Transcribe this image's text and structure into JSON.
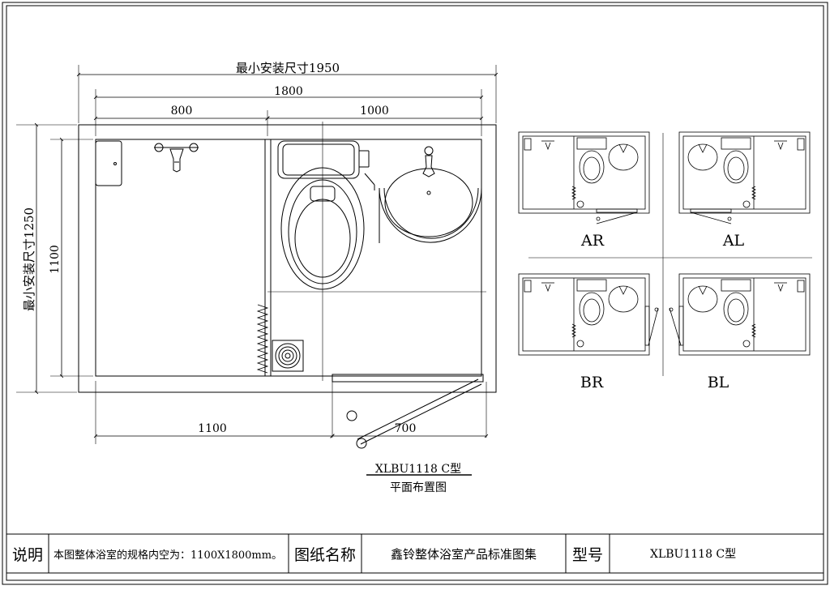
{
  "plan": {
    "dim_min_width": "最小安装尺寸1950",
    "dim_total_width": "1800",
    "dim_left_width": "800",
    "dim_right_width": "1000",
    "dim_min_depth": "最小安装尺寸1250",
    "dim_depth": "1100",
    "dim_bottom_left": "1100",
    "dim_door": "700",
    "model_code": "XLBU1118 C型",
    "plan_title": "平面布置图"
  },
  "variants": [
    {
      "label": "AR"
    },
    {
      "label": "AL"
    },
    {
      "label": "BR"
    },
    {
      "label": "BL"
    }
  ],
  "title_block": {
    "note_label": "说明",
    "note_text": "本图整体浴室的规格内空为：1100X1800mm。",
    "drawing_name_label": "图纸名称",
    "drawing_name": "鑫铃整体浴室产品标准图集",
    "model_label": "型号",
    "model_value": "XLBU1118 C型"
  }
}
